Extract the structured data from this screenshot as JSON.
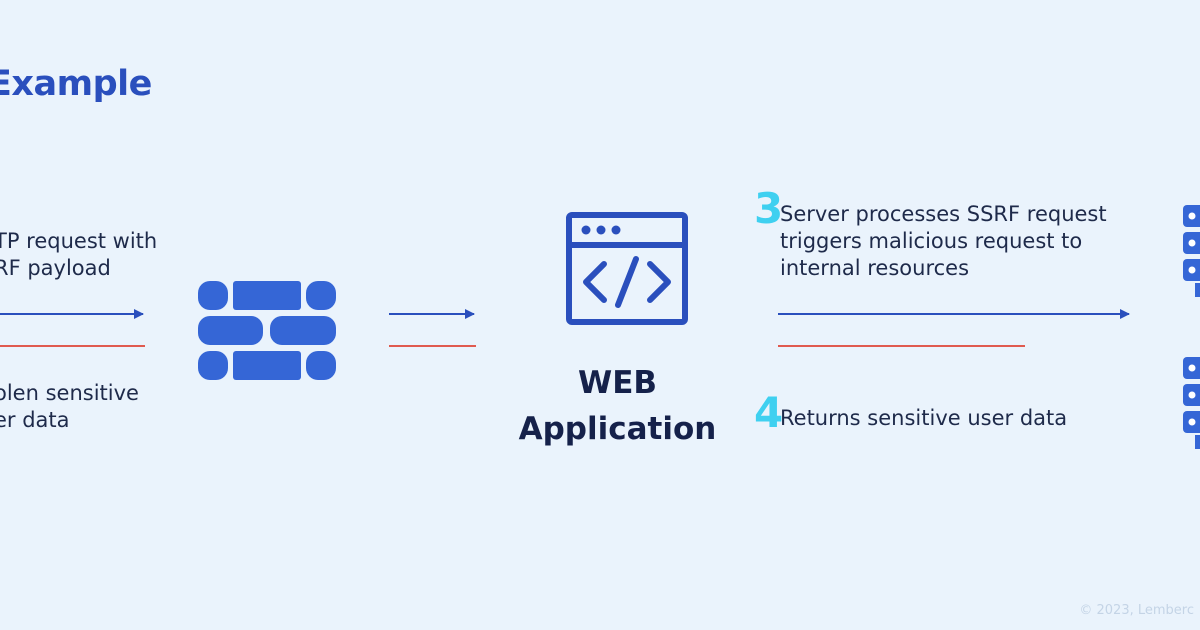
{
  "title": "Example",
  "left": {
    "request_line1": "TP request with",
    "request_line2": "RF payload",
    "response_line1": "olen sensitive",
    "response_line2": "er data"
  },
  "web_app": {
    "line1": "WEB",
    "line2": "Application"
  },
  "step3": {
    "number": "3",
    "line1": "Server processes SSRF request",
    "line2": "triggers malicious request to",
    "line3": "internal resources"
  },
  "step4": {
    "number": "4",
    "text": "Returns sensitive user data"
  },
  "colors": {
    "primary": "#2a4fbd",
    "icon": "#3566d6",
    "red": "#e05a4f",
    "cyan": "#3fd0f0",
    "background": "#eaf3fc"
  },
  "copyright": "© 2023, Lemberc"
}
